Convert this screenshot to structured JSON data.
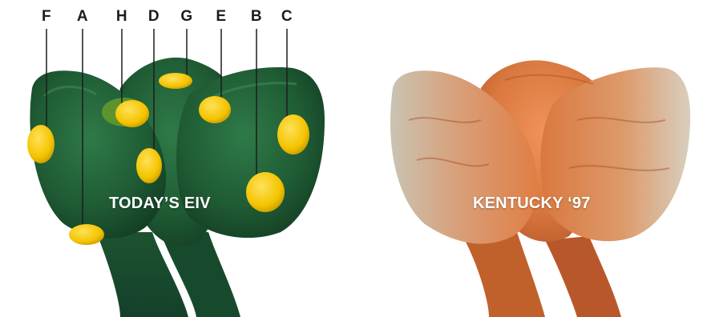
{
  "labels": [
    "F",
    "A",
    "H",
    "D",
    "G",
    "E",
    "B",
    "C"
  ],
  "left_model": {
    "caption": "TODAY’S EIV",
    "color": "#1f5b34"
  },
  "right_model": {
    "caption": "KENTUCKY ‘97",
    "color": "#d9783f"
  },
  "marker_color": "#f4c400"
}
